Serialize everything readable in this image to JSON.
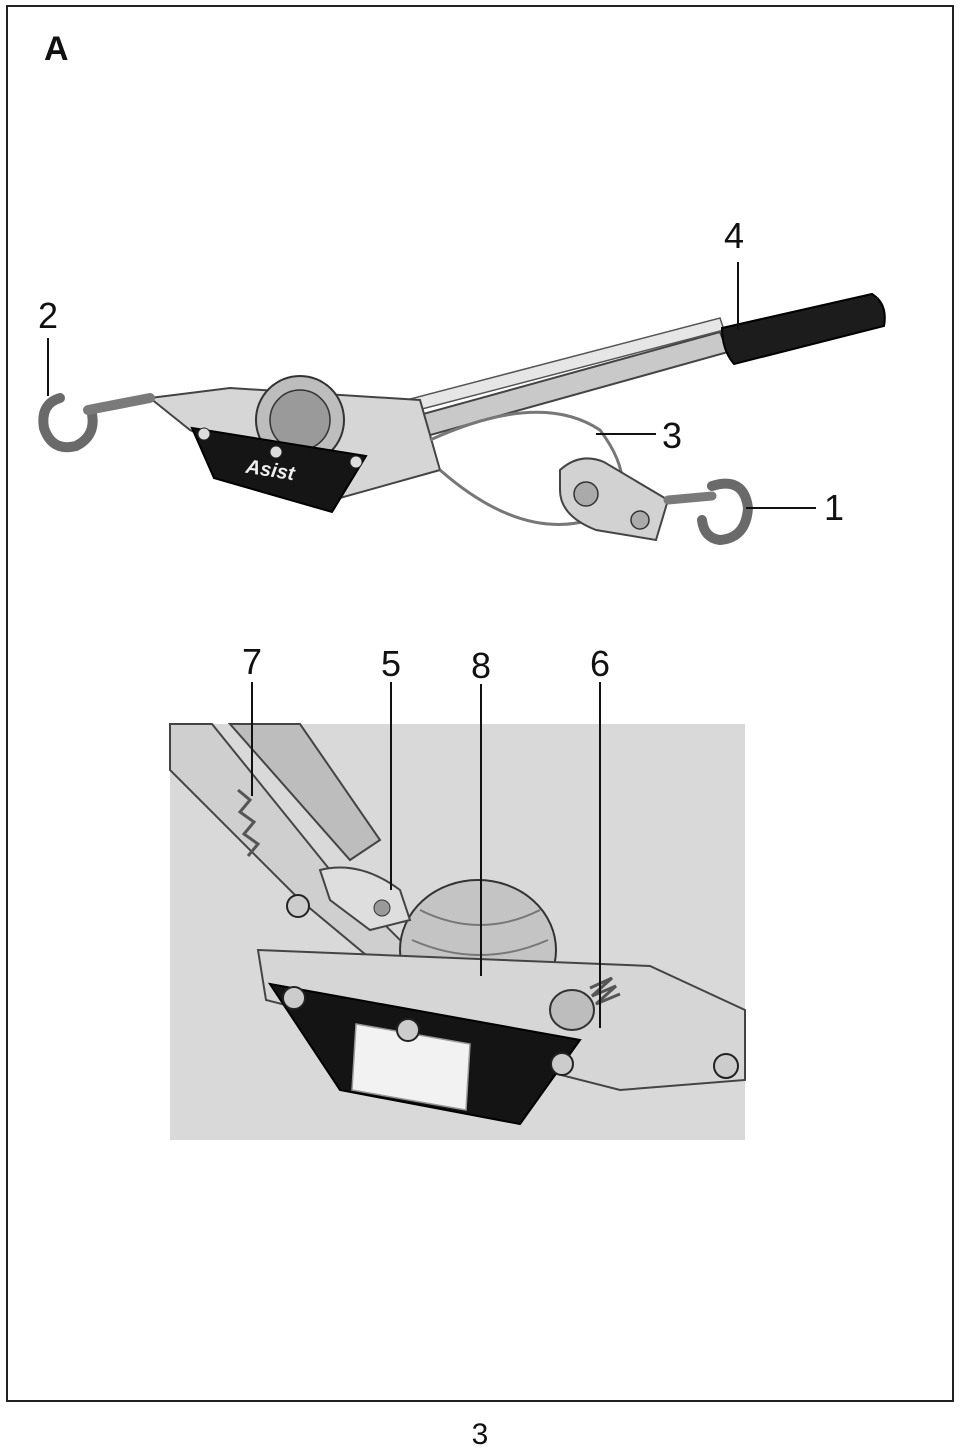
{
  "section_letter": "A",
  "figure1": {
    "brand_logo": "Asist",
    "callouts": {
      "c1": "1",
      "c2": "2",
      "c3": "3",
      "c4": "4"
    }
  },
  "figure2": {
    "callouts": {
      "c5": "5",
      "c6": "6",
      "c7": "7",
      "c8": "8"
    },
    "background_color": "#d9d9d9"
  },
  "page_number": "3"
}
